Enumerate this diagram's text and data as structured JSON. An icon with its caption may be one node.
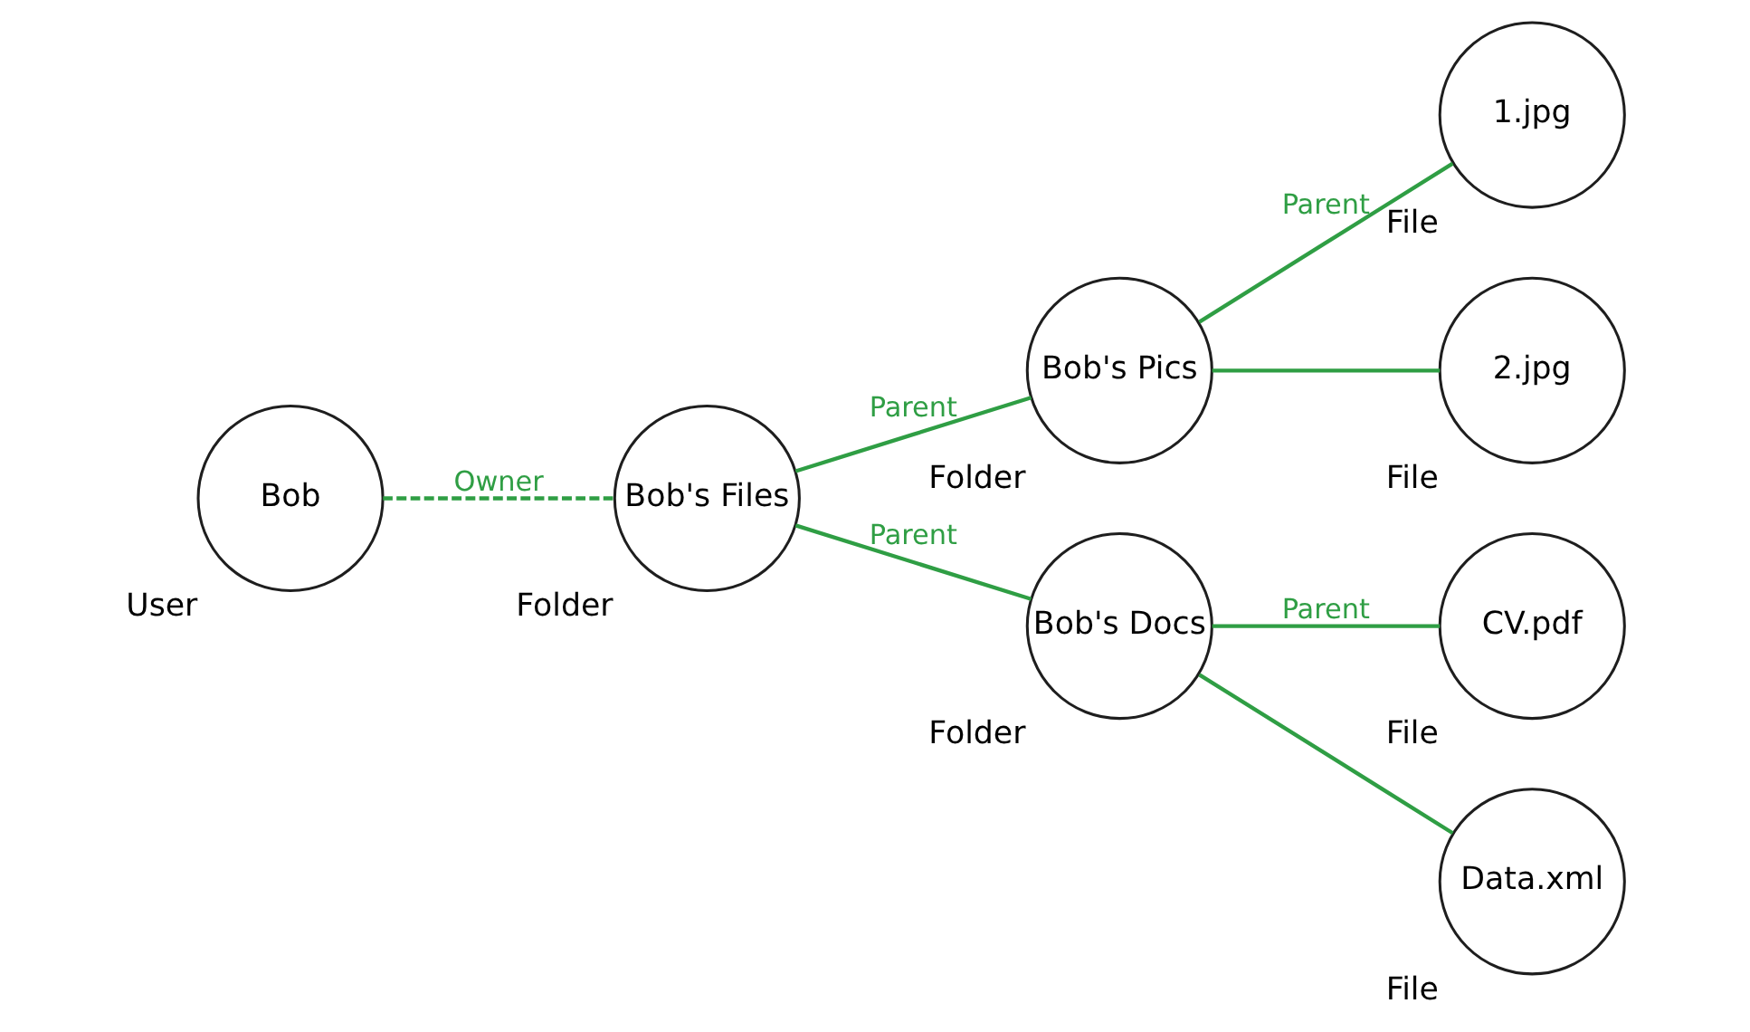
{
  "diagram": {
    "nodes": [
      {
        "text": [
          "Bob"
        ],
        "beside": [
          "User"
        ]
      },
      {
        "text": [
          "Bob's Files"
        ],
        "beside": [
          "Folder"
        ]
      },
      {
        "text": [
          "Bob's Pics"
        ],
        "beside": [
          "Folder"
        ]
      },
      {
        "text": [
          "Bob's Docs"
        ],
        "beside": [
          "Folder"
        ]
      },
      {
        "text": [
          "1.jpg"
        ],
        "beside": [
          "File"
        ]
      },
      {
        "text": [
          "2.jpg"
        ],
        "beside": [
          "File"
        ]
      },
      {
        "text": [
          "CV.pdf"
        ],
        "beside": [
          "File"
        ]
      },
      {
        "text": [
          "Data.xml"
        ],
        "beside": [
          "File"
        ]
      }
    ],
    "edges": [
      {
        "from": 0,
        "to": 1,
        "arrow": "none",
        "label": "Owner",
        "style": "dashed"
      },
      {
        "from": 1,
        "to": 2,
        "arrow": "none",
        "label": "Parent"
      },
      {
        "from": 1,
        "to": 3,
        "arrow": "none",
        "label": "Parent"
      },
      {
        "from": 2,
        "to": 4,
        "arrow": "none",
        "label": "Parent"
      },
      {
        "from": 2,
        "to": 5,
        "arrow": "none"
      },
      {
        "from": 3,
        "to": 6,
        "arrow": "none",
        "label": "Parent"
      },
      {
        "from": 3,
        "to": 7,
        "arrow": "none"
      }
    ]
  }
}
